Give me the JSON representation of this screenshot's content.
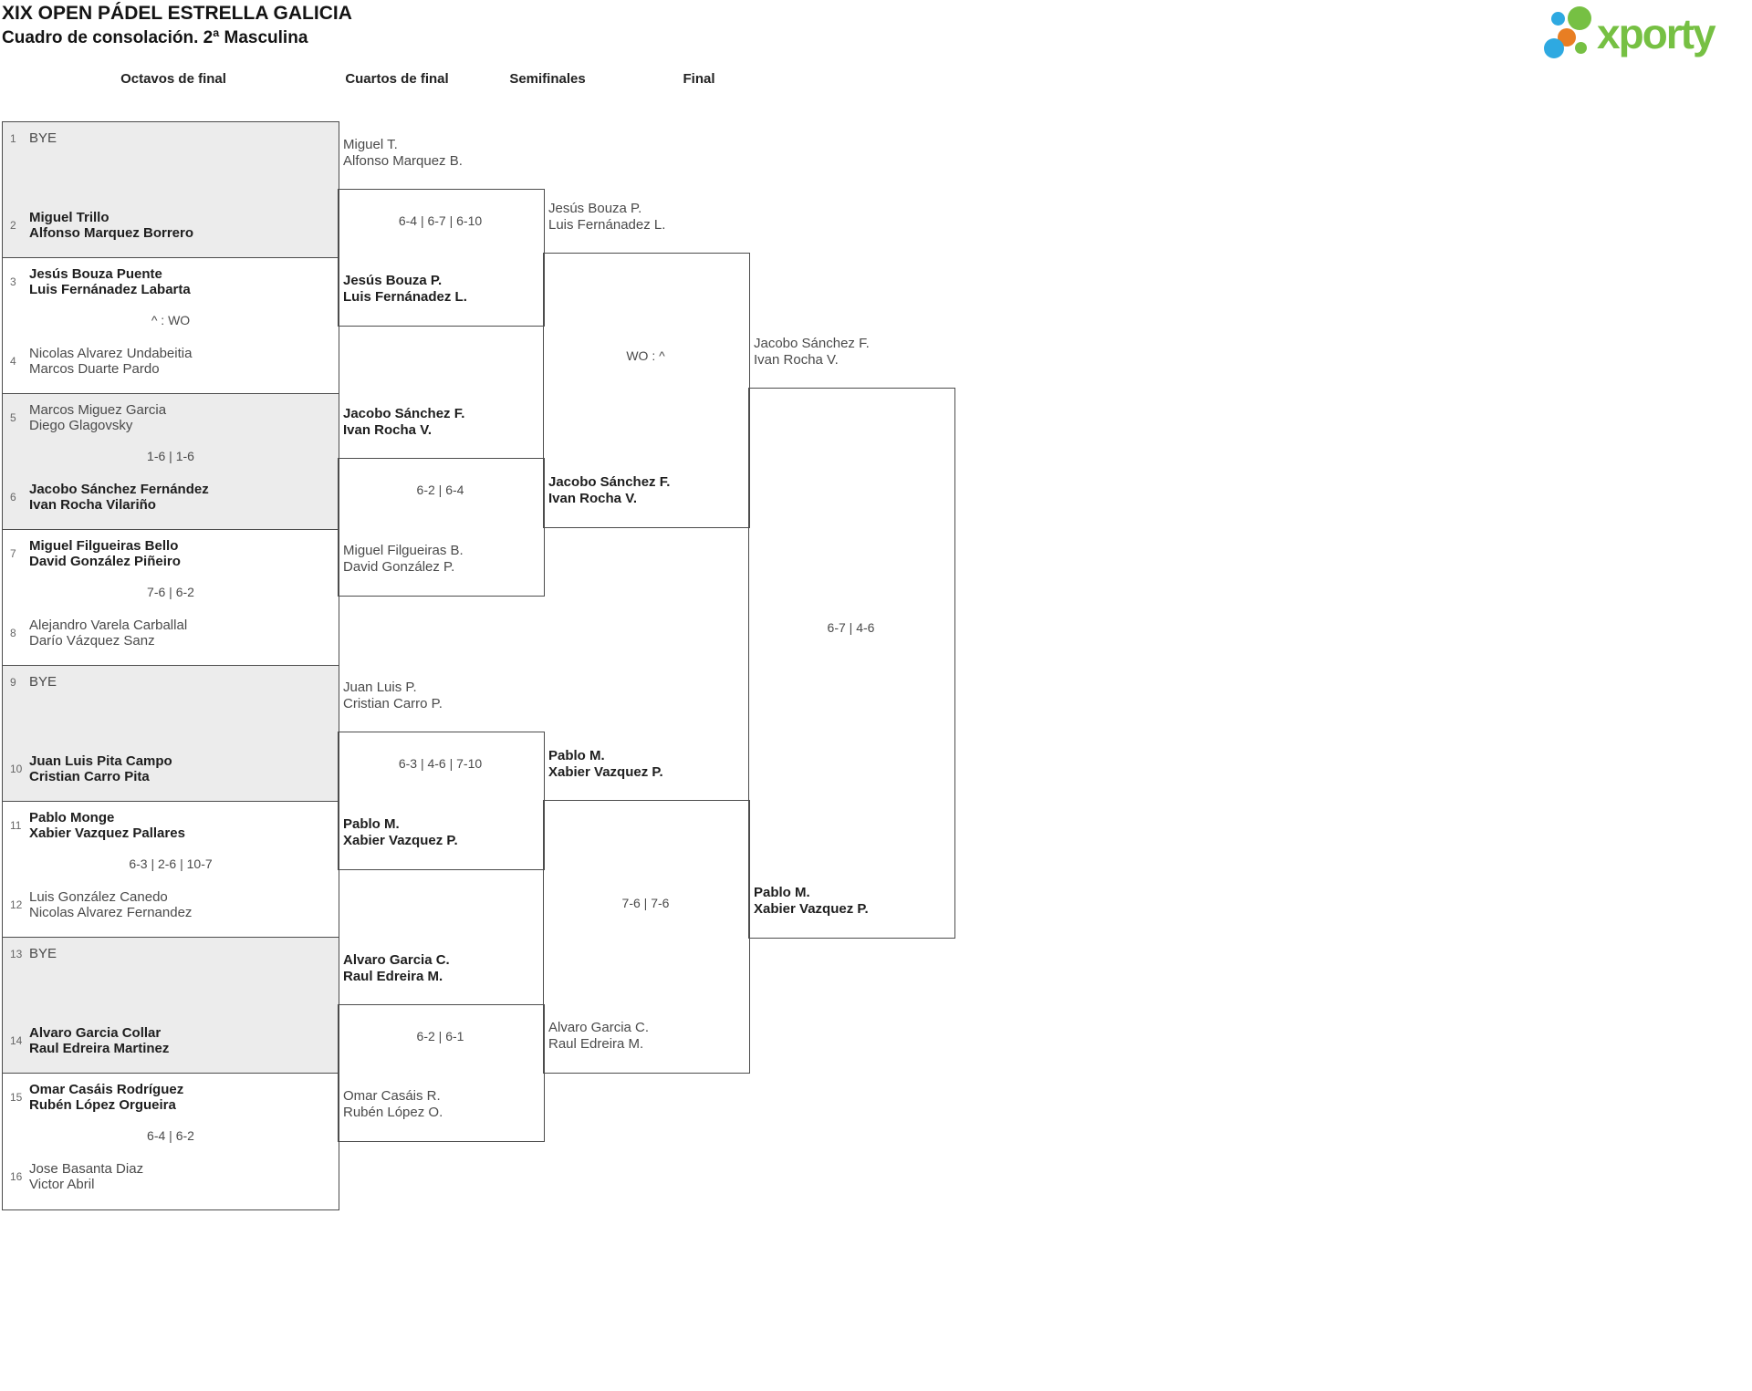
{
  "title": "XIX OPEN PÁDEL ESTRELLA GALICIA",
  "subtitle": "Cuadro de consolación. 2ª Masculina",
  "logo": {
    "text": "xporty"
  },
  "colors": {
    "brand_green": "#76C043",
    "brand_blue": "#2EA9E1",
    "brand_orange": "#E87E23",
    "shaded_row": "#ececec",
    "border": "#4c4c4c"
  },
  "rounds": [
    "Octavos de final",
    "Cuartos de final",
    "Semifinales",
    "Final"
  ],
  "r16": [
    {
      "shaded": true,
      "score": "",
      "top": {
        "seed": "1",
        "names": [
          "BYE"
        ],
        "winner": false
      },
      "bottom": {
        "seed": "2",
        "names": [
          "Miguel Trillo",
          "Alfonso Marquez Borrero"
        ],
        "winner": true
      }
    },
    {
      "shaded": false,
      "score": "^ : WO",
      "top": {
        "seed": "3",
        "names": [
          "Jesús Bouza Puente",
          "Luis Fernánadez Labarta"
        ],
        "winner": true
      },
      "bottom": {
        "seed": "4",
        "names": [
          "Nicolas Alvarez Undabeitia",
          "Marcos Duarte Pardo"
        ],
        "winner": false
      }
    },
    {
      "shaded": true,
      "score": "1-6 | 1-6",
      "top": {
        "seed": "5",
        "names": [
          "Marcos Miguez Garcia",
          "Diego Glagovsky"
        ],
        "winner": false
      },
      "bottom": {
        "seed": "6",
        "names": [
          "Jacobo Sánchez Fernández",
          "Ivan Rocha Vilariño"
        ],
        "winner": true
      }
    },
    {
      "shaded": false,
      "score": "7-6 | 6-2",
      "top": {
        "seed": "7",
        "names": [
          "Miguel Filgueiras Bello",
          "David González Piñeiro"
        ],
        "winner": true
      },
      "bottom": {
        "seed": "8",
        "names": [
          "Alejandro Varela Carballal",
          "Darío Vázquez Sanz"
        ],
        "winner": false
      }
    },
    {
      "shaded": true,
      "score": "",
      "top": {
        "seed": "9",
        "names": [
          "BYE"
        ],
        "winner": false
      },
      "bottom": {
        "seed": "10",
        "names": [
          "Juan Luis Pita Campo",
          "Cristian Carro Pita"
        ],
        "winner": true
      }
    },
    {
      "shaded": false,
      "score": "6-3 | 2-6 | 10-7",
      "top": {
        "seed": "11",
        "names": [
          "Pablo Monge",
          "Xabier Vazquez Pallares"
        ],
        "winner": true
      },
      "bottom": {
        "seed": "12",
        "names": [
          "Luis González Canedo",
          "Nicolas Alvarez Fernandez"
        ],
        "winner": false
      }
    },
    {
      "shaded": true,
      "score": "",
      "top": {
        "seed": "13",
        "names": [
          "BYE"
        ],
        "winner": false
      },
      "bottom": {
        "seed": "14",
        "names": [
          "Alvaro Garcia Collar",
          "Raul Edreira Martinez"
        ],
        "winner": true
      }
    },
    {
      "shaded": false,
      "score": "6-4 | 6-2",
      "top": {
        "seed": "15",
        "names": [
          "Omar Casáis Rodríguez",
          "Rubén López Orgueira"
        ],
        "winner": true
      },
      "bottom": {
        "seed": "16",
        "names": [
          "Jose Basanta Diaz",
          "Victor Abril"
        ],
        "winner": false
      }
    }
  ],
  "qf": [
    {
      "score": "6-4 | 6-7 | 6-10",
      "top": {
        "names": [
          "Miguel T.",
          "Alfonso Marquez B."
        ],
        "winner": false
      },
      "bottom": {
        "names": [
          "Jesús Bouza P.",
          "Luis Fernánadez L."
        ],
        "winner": true
      }
    },
    {
      "score": "6-2 | 6-4",
      "top": {
        "names": [
          "Jacobo Sánchez F.",
          "Ivan Rocha V."
        ],
        "winner": true
      },
      "bottom": {
        "names": [
          "Miguel Filgueiras B.",
          "David González P."
        ],
        "winner": false
      }
    },
    {
      "score": "6-3 | 4-6 | 7-10",
      "top": {
        "names": [
          "Juan Luis P.",
          "Cristian Carro P."
        ],
        "winner": false
      },
      "bottom": {
        "names": [
          "Pablo M.",
          "Xabier Vazquez P."
        ],
        "winner": true
      }
    },
    {
      "score": "6-2 | 6-1",
      "top": {
        "names": [
          "Alvaro Garcia C.",
          "Raul Edreira M."
        ],
        "winner": true
      },
      "bottom": {
        "names": [
          "Omar Casáis R.",
          "Rubén López O."
        ],
        "winner": false
      }
    }
  ],
  "sf": [
    {
      "score": "WO : ^",
      "top": {
        "names": [
          "Jesús Bouza P.",
          "Luis Fernánadez L."
        ],
        "winner": false
      },
      "bottom": {
        "names": [
          "Jacobo Sánchez F.",
          "Ivan Rocha V."
        ],
        "winner": true
      }
    },
    {
      "score": "7-6 | 7-6",
      "top": {
        "names": [
          "Pablo M.",
          "Xabier Vazquez P."
        ],
        "winner": true
      },
      "bottom": {
        "names": [
          "Alvaro Garcia C.",
          "Raul Edreira M."
        ],
        "winner": false
      }
    }
  ],
  "final": {
    "score": "6-7 | 4-6",
    "top": {
      "names": [
        "Jacobo Sánchez F.",
        "Ivan Rocha V."
      ],
      "winner": false
    },
    "bottom": {
      "names": [
        "Pablo M.",
        "Xabier Vazquez P."
      ],
      "winner": true
    }
  }
}
